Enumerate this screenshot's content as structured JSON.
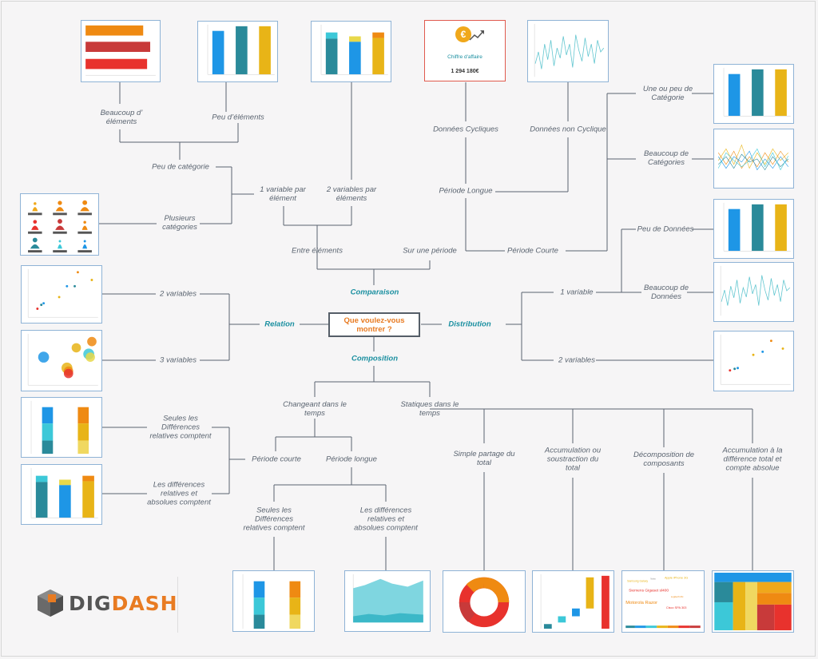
{
  "center": {
    "line1": "Que voulez-vous",
    "line2": "montrer ?"
  },
  "categories": {
    "comparaison": "Comparaison",
    "relation": "Relation",
    "distribution": "Distribution",
    "composition": "Composition"
  },
  "labels": {
    "beaucoup_elements": [
      "Beaucoup d’",
      "éléments"
    ],
    "peu_elements": [
      "Peu d’éléments"
    ],
    "peu_categorie": [
      "Peu de catégorie"
    ],
    "plusieurs_categories": [
      "Plusieurs",
      "catégories"
    ],
    "une_variable_element": [
      "1 variable par",
      "élément"
    ],
    "deux_variables_element": [
      "2 variables par",
      "éléments"
    ],
    "entre_elements": [
      "Entre éléments"
    ],
    "sur_une_periode": [
      "Sur une période"
    ],
    "donnees_cycliques": [
      "Données Cycliques"
    ],
    "donnees_non_cyclique": [
      "Données non Cyclique"
    ],
    "periode_longue": [
      "Période Longue"
    ],
    "periode_courte_comp": [
      "Période Courte"
    ],
    "une_ou_peu_categorie": [
      "Une ou peu de",
      "Catégorie"
    ],
    "beaucoup_categories": [
      "Beaucoup de",
      "Catégories"
    ],
    "peu_donnees": [
      "Peu de Données"
    ],
    "beaucoup_donnees": [
      "Beaucoup de",
      "Données"
    ],
    "relation_2var": [
      "2 variables"
    ],
    "relation_3var": [
      "3 variables"
    ],
    "dist_1var": [
      "1 variable"
    ],
    "dist_2var": [
      "2 variables"
    ],
    "changeant": [
      "Changeant dans le",
      "temps"
    ],
    "statiques": [
      "Statiques dans le",
      "temps"
    ],
    "seules_diff_left": [
      "Seules les",
      "Différences",
      "relatives comptent"
    ],
    "diff_relatives_absolues_left": [
      "Les différences",
      "relatives et",
      "absolues comptent"
    ],
    "periode_courte": [
      "Période courte"
    ],
    "periode_longue_comp": [
      "Période longue"
    ],
    "seules_diff_bottom": [
      "Seules les",
      "Différences",
      "relatives comptent"
    ],
    "diff_relatives_absolues_bottom": [
      "Les différences",
      "relatives et",
      "absolues comptent"
    ],
    "simple_partage": [
      "Simple partage du",
      "total"
    ],
    "accumulation_soustraction": [
      "Accumulation ou",
      "soustraction du",
      "total"
    ],
    "decomposition": [
      "Décomposition de",
      "composants"
    ],
    "accumulation_difference": [
      "Accumulation à la",
      "différence total et",
      "compte absolue"
    ]
  },
  "kpi": {
    "title": "Chiffre d'affaire",
    "value": "1 294 180€",
    "coin": "€"
  },
  "wordcloud": [
    "Samsung Galaxy",
    "Apple iPhone 3G",
    "Siemens Gigaset sl400",
    "Nokia",
    "Logitech Mx",
    "Motorola Razor",
    "Cisco SPA 303"
  ],
  "logo": {
    "dig": "DIG",
    "dash": "DASH"
  },
  "colors": {
    "blue": "#1e96e6",
    "teal": "#2a8a9a",
    "gold": "#e8b417",
    "orange": "#ef8a12",
    "red": "#e8322d",
    "cyan": "#3cc8d8",
    "accent": "#1a8fa0",
    "center_text": "#e87b22"
  }
}
